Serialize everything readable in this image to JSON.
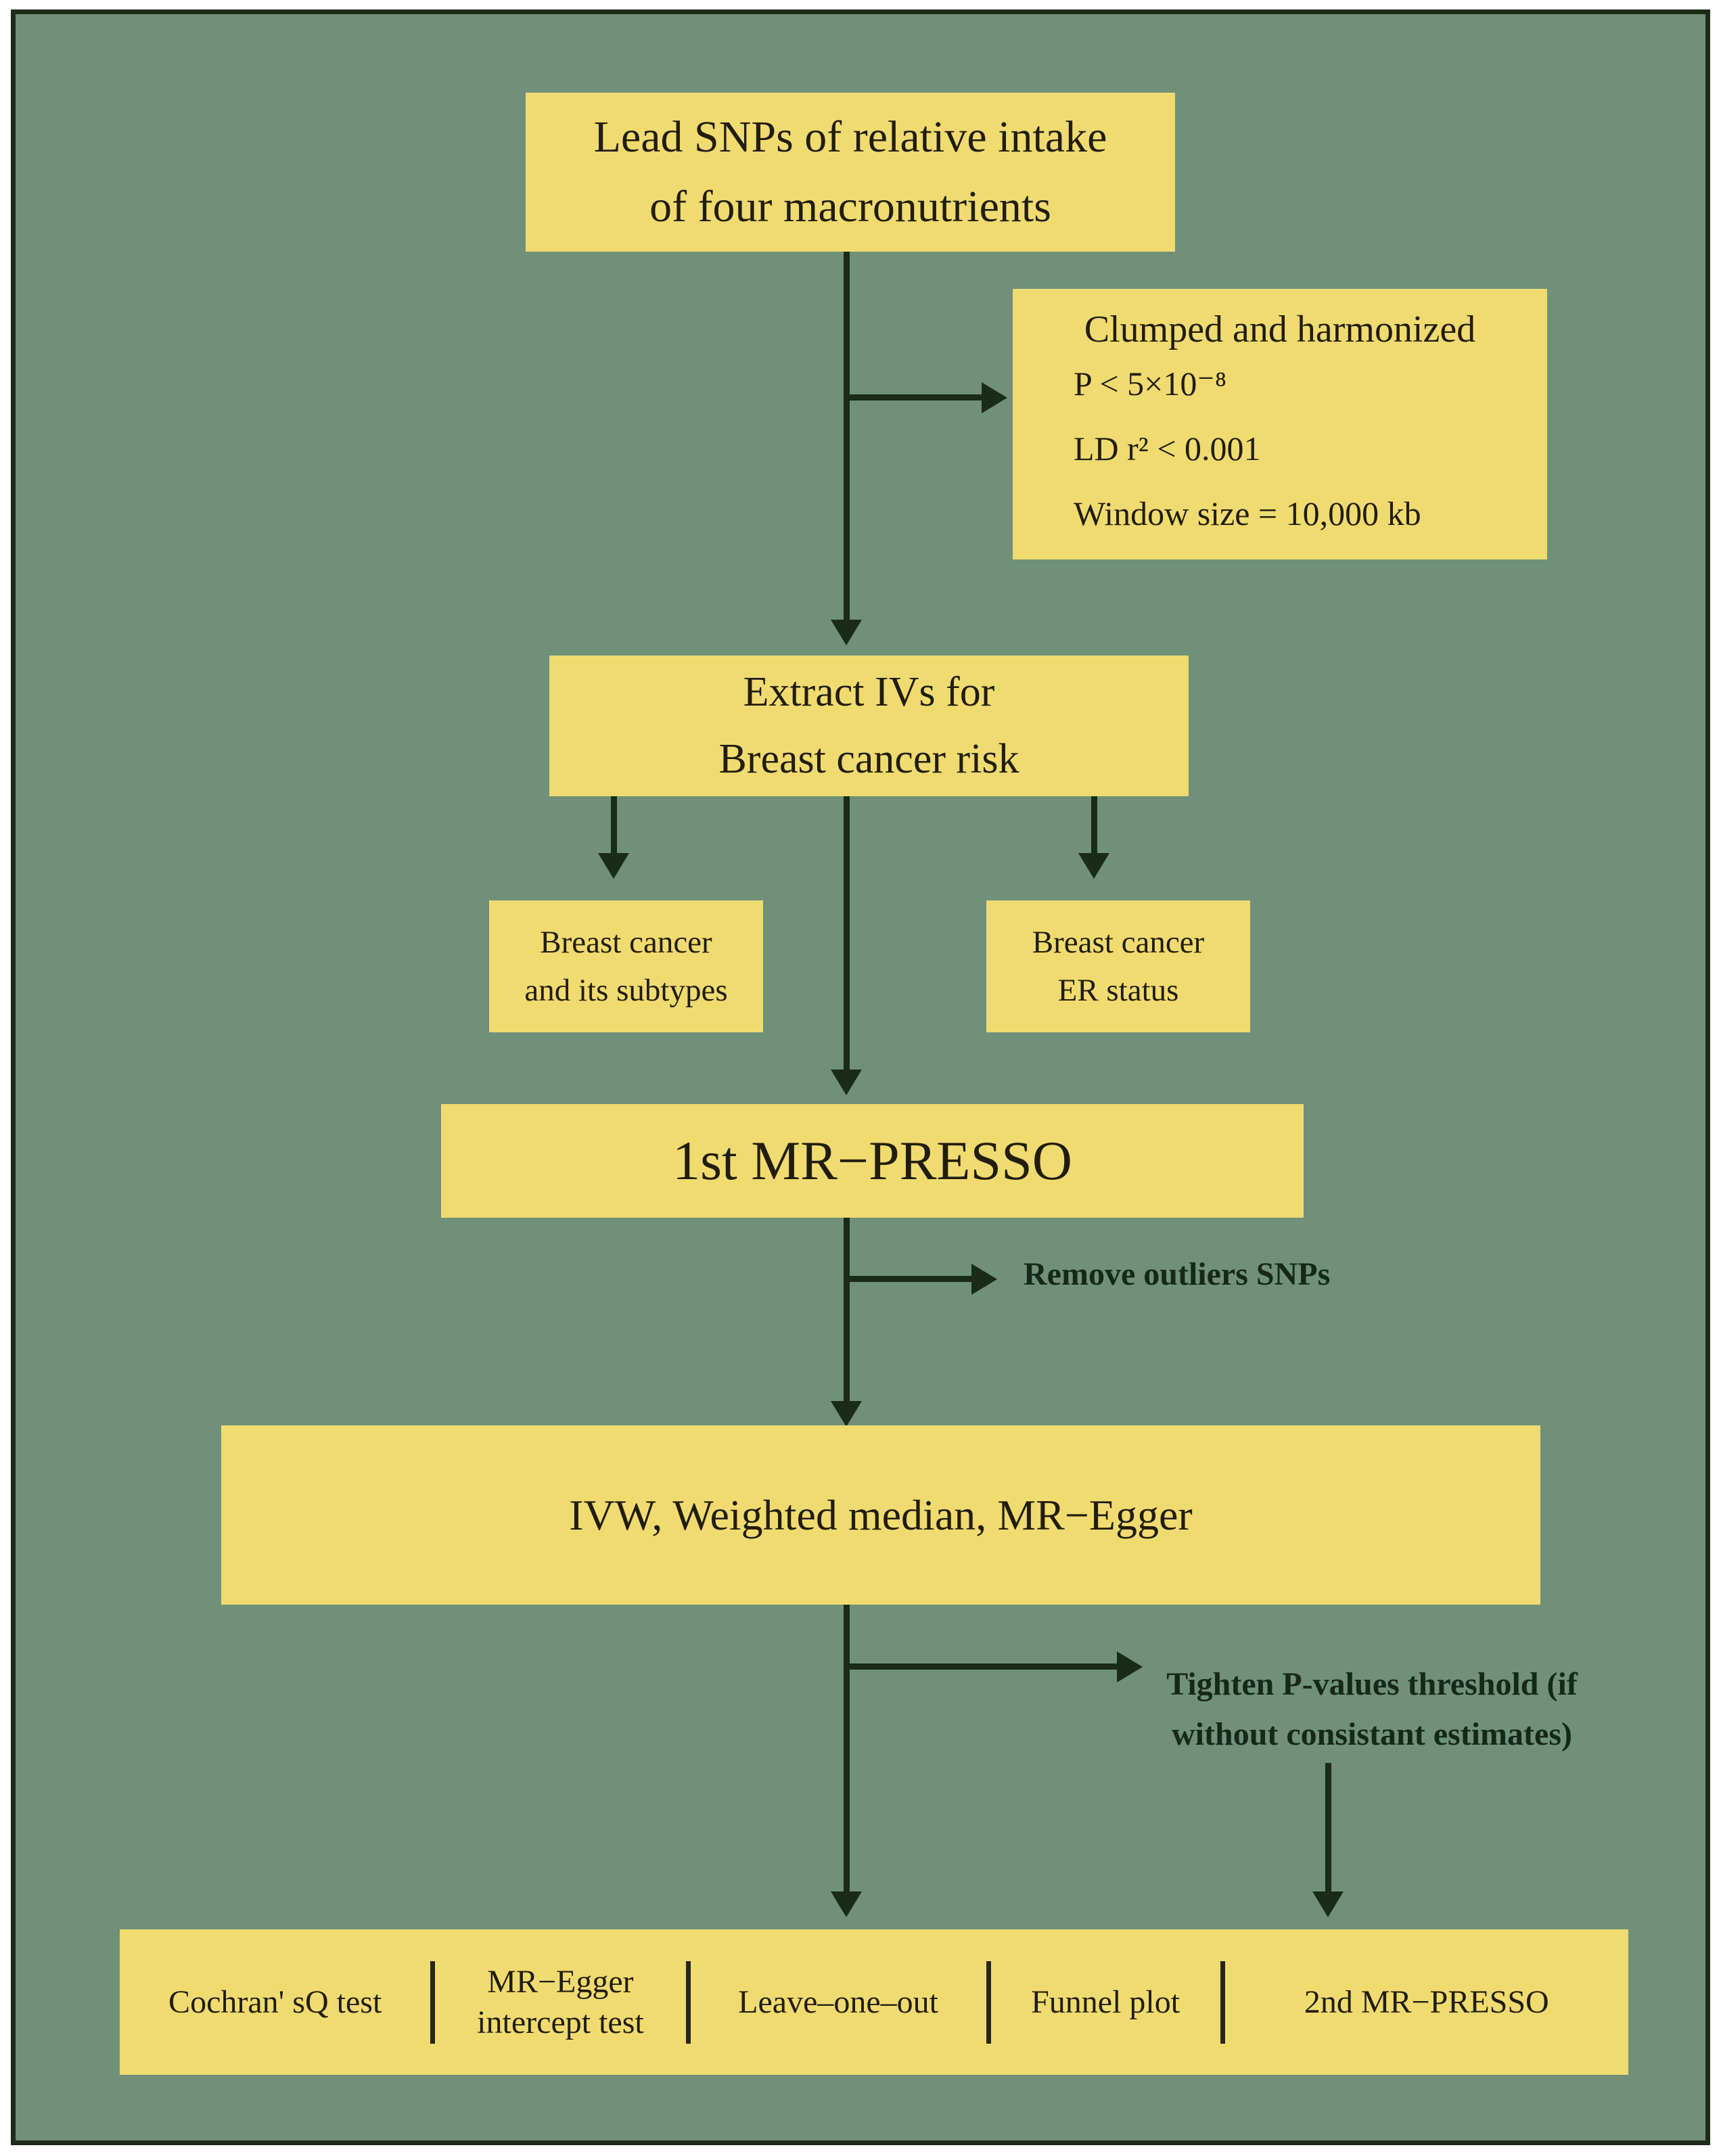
{
  "palette": {
    "background_green": "#70907a",
    "box_fill_yellow": "#f0db71",
    "box_text": "#211d0e",
    "line_color": "#1a2b16",
    "annotation_color": "#15281a",
    "frame_border": "#1e2b1a"
  },
  "nodes": {
    "lead": {
      "line1": "Lead SNPs of relative intake",
      "line2": "of four macronutrients"
    },
    "clumped": {
      "title": "Clumped and harmonized",
      "criteria": [
        "P < 5×10⁻⁸",
        "LD r² < 0.001",
        "Window size = 10,000 kb"
      ]
    },
    "extract": {
      "line1": "Extract IVs for",
      "line2": "Breast cancer risk"
    },
    "subtypes": {
      "line1": "Breast cancer",
      "line2": "and its subtypes"
    },
    "er_status": {
      "line1": "Breast cancer",
      "line2": "ER status"
    },
    "presso1": {
      "label": "1st MR−PRESSO"
    },
    "ivw": {
      "label": "IVW, Weighted median, MR−Egger"
    },
    "tests": {
      "items": [
        "Cochran' sQ test",
        "MR−Egger intercept test",
        "Leave–one–out",
        "Funnel plot",
        "2nd MR−PRESSO"
      ]
    }
  },
  "annotations": {
    "remove_outliers": "Remove outliers SNPs",
    "tighten_line1": "Tighten P-values threshold",
    "tighten_line2": "(if without consistant estimates)"
  }
}
